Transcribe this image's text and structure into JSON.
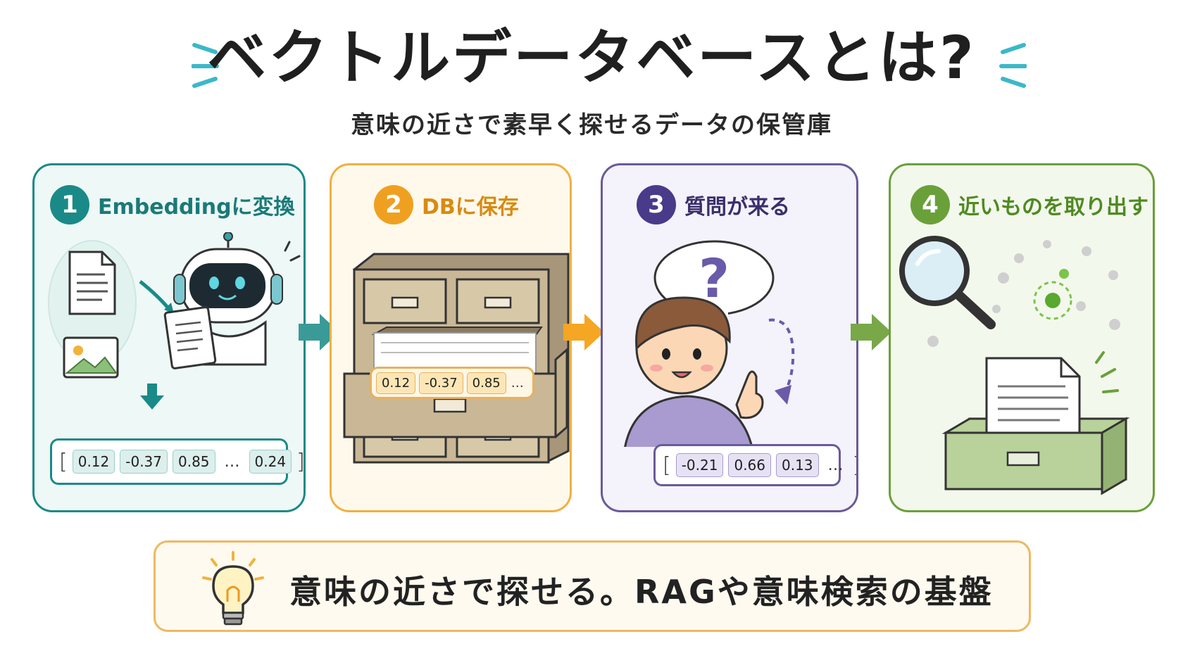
{
  "title": "ベクトルデータベースとは?",
  "subtitle": "意味の近さで素早く探せるデータの保管庫",
  "steps": [
    {
      "number": "1",
      "label": "Embeddingに変換",
      "color": "#1a8a88",
      "vector": [
        "0.12",
        "-0.37",
        "0.85",
        "0.24"
      ]
    },
    {
      "number": "2",
      "label": "DBに保存",
      "color": "#f0a020",
      "vector": [
        "0.12",
        "-0.37",
        "0.85"
      ]
    },
    {
      "number": "3",
      "label": "質問が来る",
      "color": "#4a3a8a",
      "vector": [
        "-0.21",
        "0.66",
        "0.13"
      ]
    },
    {
      "number": "4",
      "label": "近いものを取り出す",
      "color": "#6aa03a"
    }
  ],
  "question_mark": "?",
  "ellipsis": "…",
  "bracket_open": "[",
  "bracket_close": "]",
  "footer": {
    "text": "意味の近さで探せる。RAGや意味検索の基盤",
    "icon": "lightbulb-icon"
  },
  "colors": {
    "teal": "#1a8a88",
    "orange": "#f0a020",
    "purple": "#6a5a9a",
    "green": "#6aa03a"
  }
}
